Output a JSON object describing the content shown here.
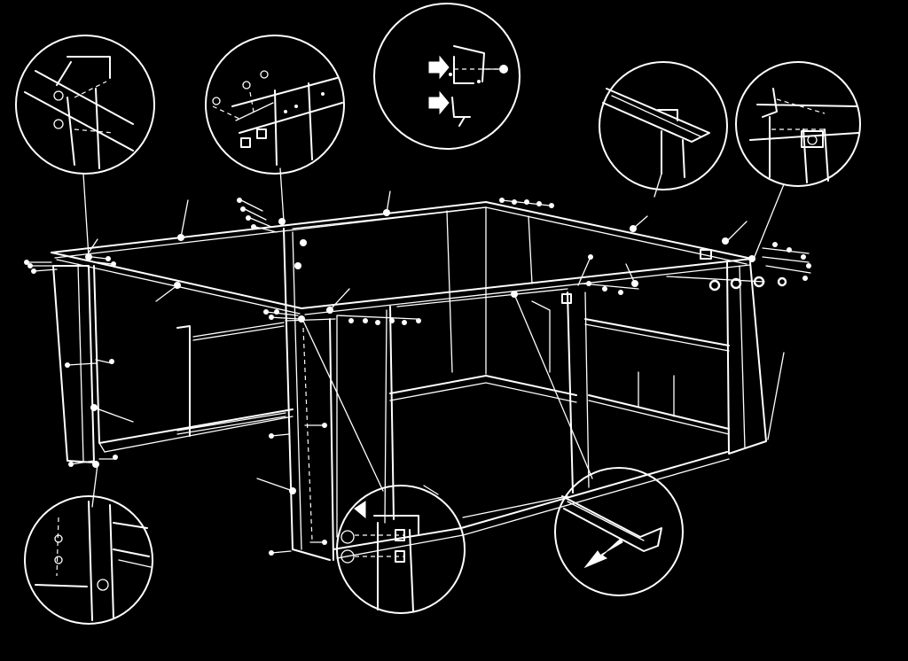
{
  "diagram": {
    "colors": {
      "background": "#000000",
      "line": "#ffffff"
    },
    "detail_callouts": [
      {
        "id": "top-left-frame-corner",
        "icon": "corner-screw-detail"
      },
      {
        "id": "bracket-screw-detail",
        "icon": "bracket-hardware"
      },
      {
        "id": "insert-screw-detail",
        "icon": "arrow-insert"
      },
      {
        "id": "rail-clip-detail",
        "icon": "rail-clip"
      },
      {
        "id": "top-right-frame-corner",
        "icon": "corner-screw-detail"
      },
      {
        "id": "bottom-left-leg-detail",
        "icon": "leg-screw-detail"
      },
      {
        "id": "center-post-detail",
        "icon": "arrow-insert-pegs"
      },
      {
        "id": "edge-rail-detail",
        "icon": "arrow-rail"
      }
    ]
  }
}
